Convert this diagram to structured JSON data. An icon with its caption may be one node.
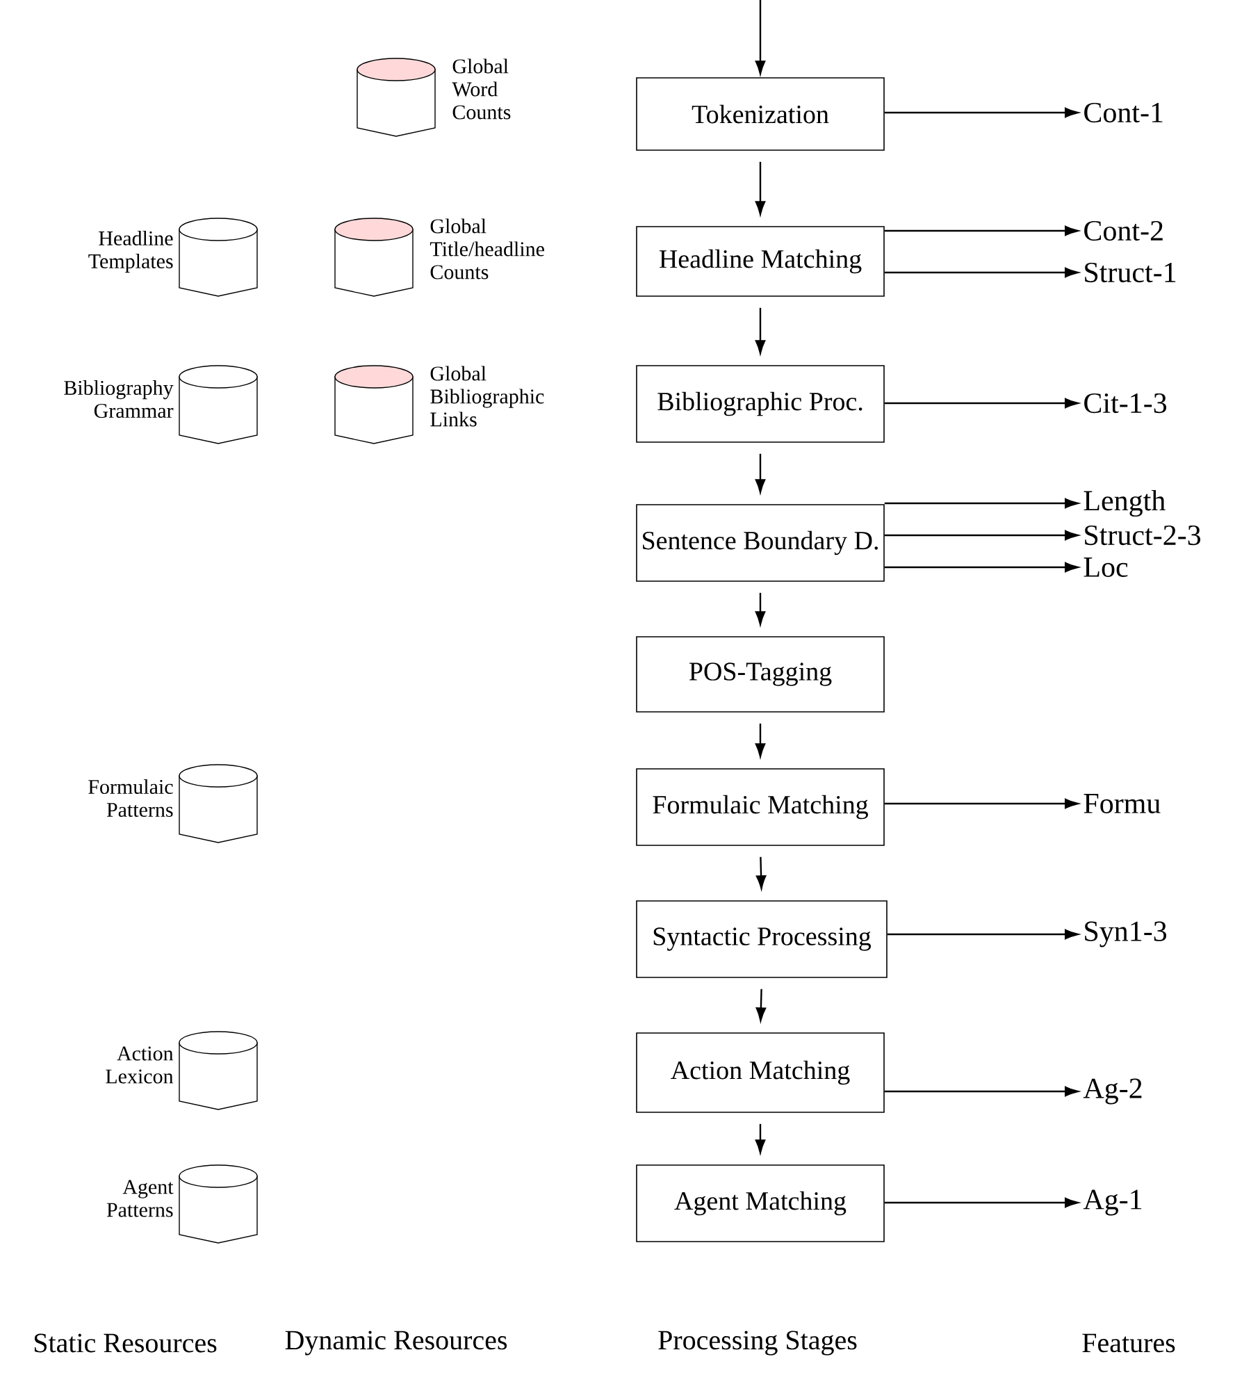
{
  "diagram": {
    "nodes": [
      {
        "text": [],
        "shape": "cylinder",
        "beside": [
          "Global Word Counts"
        ]
      },
      {
        "text": [
          "Tokenization"
        ]
      },
      {
        "text": [
          "Cont-1"
        ]
      },
      {
        "text": [],
        "shape": "cylinder",
        "beside": [
          "Headline Templates"
        ]
      },
      {
        "text": [],
        "shape": "cylinder",
        "beside": [
          "Global Title/headline Counts"
        ]
      },
      {
        "text": [
          "Headline Matching"
        ]
      },
      {
        "text": [
          "Cont-2"
        ]
      },
      {
        "text": [
          "Struct-1"
        ]
      },
      {
        "text": [],
        "shape": "cylinder",
        "beside": [
          "Bibliography Grammar"
        ]
      },
      {
        "text": [],
        "shape": "cylinder",
        "beside": [
          "Global Bibliographic Links"
        ]
      },
      {
        "text": [
          "Bibliographic Proc."
        ]
      },
      {
        "text": [
          "Cit-1-3"
        ]
      },
      {
        "text": [
          "Sentence Boundary D."
        ]
      },
      {
        "text": [
          "Length"
        ]
      },
      {
        "text": [
          "Struct-2-3"
        ]
      },
      {
        "text": [
          "Loc"
        ]
      },
      {
        "text": [
          "POS-Tagging"
        ]
      },
      {
        "text": [],
        "shape": "cylinder",
        "beside": [
          "Formulaic Patterns"
        ]
      },
      {
        "text": [
          "Formulaic Matching"
        ]
      },
      {
        "text": [
          "Formu"
        ]
      },
      {
        "text": [
          "Syntactic Processing"
        ]
      },
      {
        "text": [
          "Syn1-3"
        ]
      },
      {
        "text": [],
        "shape": "cylinder",
        "beside": [
          "Action Lexicon"
        ]
      },
      {
        "text": [
          "Action Matching"
        ]
      },
      {
        "text": [
          "Ag-2"
        ]
      },
      {
        "text": [],
        "shape": "cylinder",
        "beside": [
          "Agent Patterns"
        ]
      },
      {
        "text": [
          "Agent Matching"
        ]
      },
      {
        "text": [
          "Ag-1"
        ]
      }
    ],
    "edges": [
      {
        "from": null,
        "to": 1,
        "arrow": "to"
      },
      {
        "from": 1,
        "to": 2,
        "arrow": "to"
      },
      {
        "from": 1,
        "to": 5,
        "arrow": "to"
      },
      {
        "from": 5,
        "to": 6,
        "arrow": "to"
      },
      {
        "from": 5,
        "to": 7,
        "arrow": "to"
      },
      {
        "from": 5,
        "to": 10,
        "arrow": "to"
      },
      {
        "from": 10,
        "to": 11,
        "arrow": "to"
      },
      {
        "from": 10,
        "to": 12,
        "arrow": "to"
      },
      {
        "from": 12,
        "to": 13,
        "arrow": "to"
      },
      {
        "from": 12,
        "to": 14,
        "arrow": "to"
      },
      {
        "from": 12,
        "to": 15,
        "arrow": "to"
      },
      {
        "from": 12,
        "to": 16,
        "arrow": "to"
      },
      {
        "from": 16,
        "to": 18,
        "arrow": "to"
      },
      {
        "from": 18,
        "to": 19,
        "arrow": "to"
      },
      {
        "from": 18,
        "to": 20,
        "arrow": "to"
      },
      {
        "from": 20,
        "to": 21,
        "arrow": "to"
      },
      {
        "from": 20,
        "to": 23,
        "arrow": "to"
      },
      {
        "from": 23,
        "to": 24,
        "arrow": "to"
      },
      {
        "from": 23,
        "to": 26,
        "arrow": "to"
      },
      {
        "from": 26,
        "to": 27,
        "arrow": "to"
      }
    ],
    "labels": [
      "Static Resources",
      "Dynamic Resources",
      "Processing Stages",
      "Features"
    ]
  }
}
